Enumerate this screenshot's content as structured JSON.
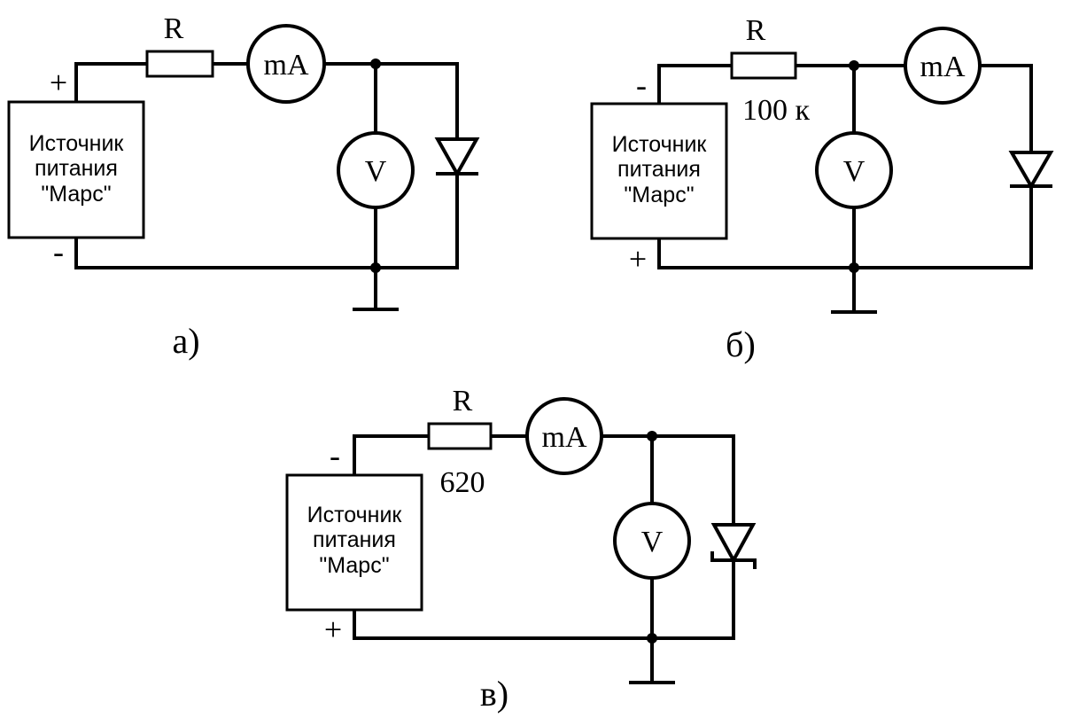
{
  "diagrams": [
    {
      "id": "a",
      "caption": "а)",
      "source_lines": [
        "Источник",
        "питания",
        "\"Марс\""
      ],
      "top_terminal": "+",
      "bottom_terminal": "-",
      "resistor_label": "R",
      "resistor_value": "",
      "ammeter_label": "mA",
      "voltmeter_label": "V"
    },
    {
      "id": "b",
      "caption": "б)",
      "source_lines": [
        "Источник",
        "питания",
        "\"Марс\""
      ],
      "top_terminal": "-",
      "bottom_terminal": "+",
      "resistor_label": "R",
      "resistor_value": "100 к",
      "ammeter_label": "mA",
      "voltmeter_label": "V"
    },
    {
      "id": "c",
      "caption": "в)",
      "source_lines": [
        "Источник",
        "питания",
        "\"Марс\""
      ],
      "top_terminal": "-",
      "bottom_terminal": "+",
      "resistor_label": "R",
      "resistor_value": "620",
      "ammeter_label": "mA",
      "voltmeter_label": "V"
    }
  ]
}
